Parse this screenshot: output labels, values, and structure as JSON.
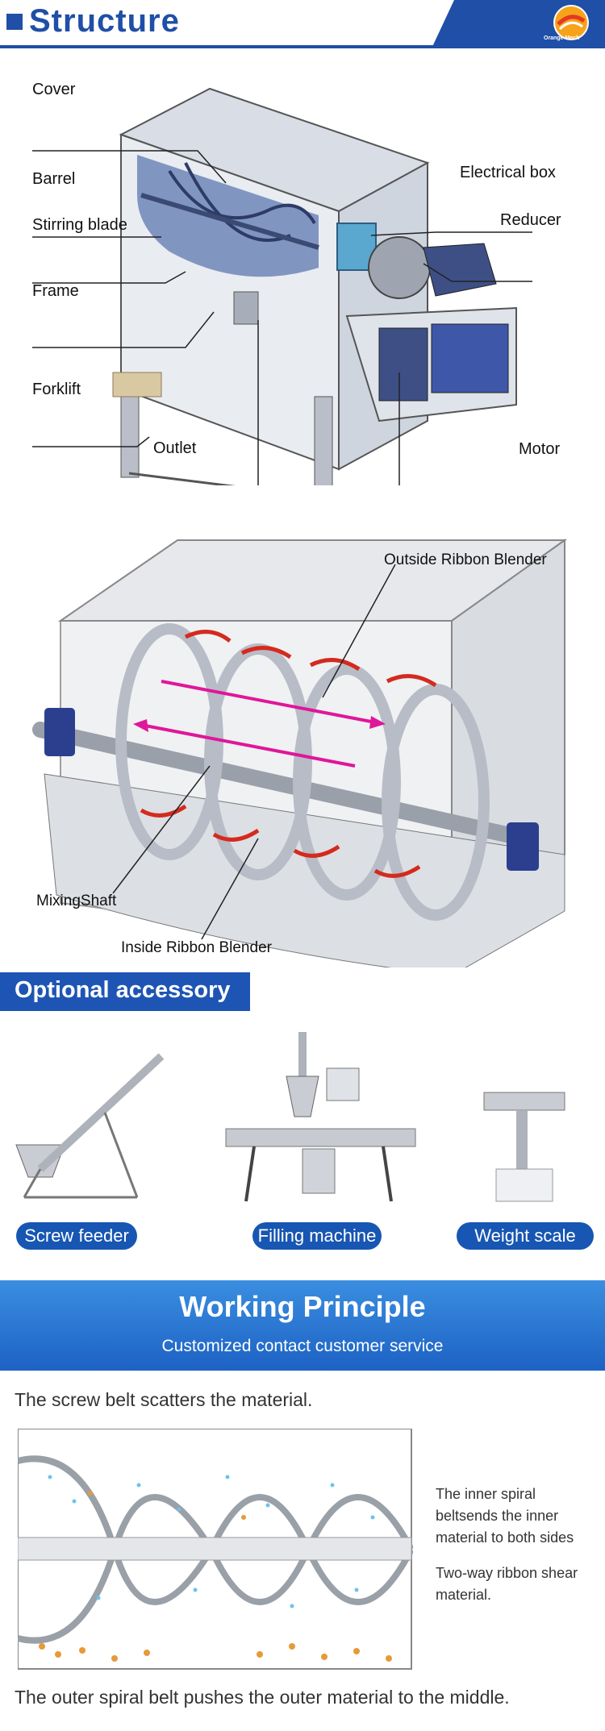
{
  "header": {
    "title": "Structure",
    "logo_text": "Orange Mech"
  },
  "structure_labels": {
    "cover": "Cover",
    "barrel": "Barrel",
    "stirring_blade": "Stirring blade",
    "frame": "Frame",
    "forklift": "Forklift",
    "outlet": "Outlet",
    "electrical_box": "Electrical box",
    "reducer": "Reducer",
    "motor": "Motor"
  },
  "ribbon_labels": {
    "outside": "Outside Ribbon Blender",
    "mixing_shaft": "MixingShaft",
    "inside": "Inside Ribbon Blender"
  },
  "accessory": {
    "title": "Optional accessory",
    "items": [
      "Screw feeder",
      "Filling machine",
      "Weight scale"
    ]
  },
  "working_principle": {
    "title": "Working Principle",
    "subtitle": "Customized contact customer service",
    "top_caption": "The screw belt scatters the material.",
    "note_1": "The inner spiral beltsends the inner material to both sides",
    "note_2": "Two-way ribbon shear material.",
    "bottom_caption": "The outer spiral belt pushes the outer material to the middle."
  },
  "colors": {
    "brand_blue": "#1f4fa6",
    "arrow_red": "#d42a1e",
    "arrow_pink": "#e0169a"
  }
}
